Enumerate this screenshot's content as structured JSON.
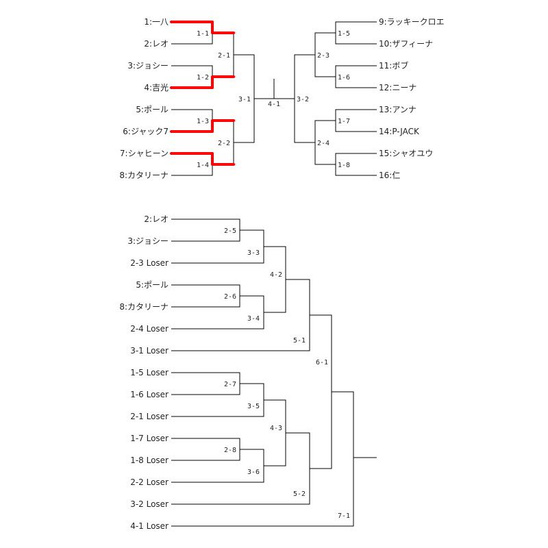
{
  "winners_bracket": {
    "left_entrants": [
      "1:一八",
      "2:レオ",
      "3:ジョシー",
      "4:吉光",
      "5:ポール",
      "6:ジャック7",
      "7:シャヒーン",
      "8:カタリーナ"
    ],
    "right_entrants": [
      "9:ラッキークロエ",
      "10:ザフィーナ",
      "11:ボブ",
      "12:ニーナ",
      "13:アンナ",
      "14:P-JACK",
      "15:シャオユウ",
      "16:仁"
    ],
    "round1_left": [
      "1-1",
      "1-2",
      "1-3",
      "1-4"
    ],
    "round1_right": [
      "1-5",
      "1-6",
      "1-7",
      "1-8"
    ],
    "round2_left": [
      "2-1",
      "2-2"
    ],
    "round2_right": [
      "2-3",
      "2-4"
    ],
    "semis": [
      "3-1",
      "3-2"
    ],
    "final": "4-1",
    "advanced": [
      "1:一八",
      "4:吉光",
      "6:ジャック7",
      "7:シャヒーン"
    ],
    "highlight_color": "#ff0000"
  },
  "losers_bracket": {
    "section1_entrants": [
      "2:レオ",
      "3:ジョシー",
      "2-3 Loser",
      "5:ポール",
      "8:カタリーナ",
      "2-4 Loser",
      "3-1 Loser"
    ],
    "section2_entrants": [
      "1-5 Loser",
      "1-6 Loser",
      "2-1 Loser",
      "1-7 Loser",
      "1-8 Loser",
      "2-2 Loser",
      "3-2 Loser"
    ],
    "final_entrant": "4-1 Loser",
    "matches": {
      "m25": "2-5",
      "m33": "3-3",
      "m26": "2-6",
      "m34": "3-4",
      "m42": "4-2",
      "m51": "5-1",
      "m27": "2-7",
      "m35": "3-5",
      "m28": "2-8",
      "m36": "3-6",
      "m43": "4-3",
      "m52": "5-2",
      "m61": "6-1",
      "m71": "7-1"
    }
  }
}
